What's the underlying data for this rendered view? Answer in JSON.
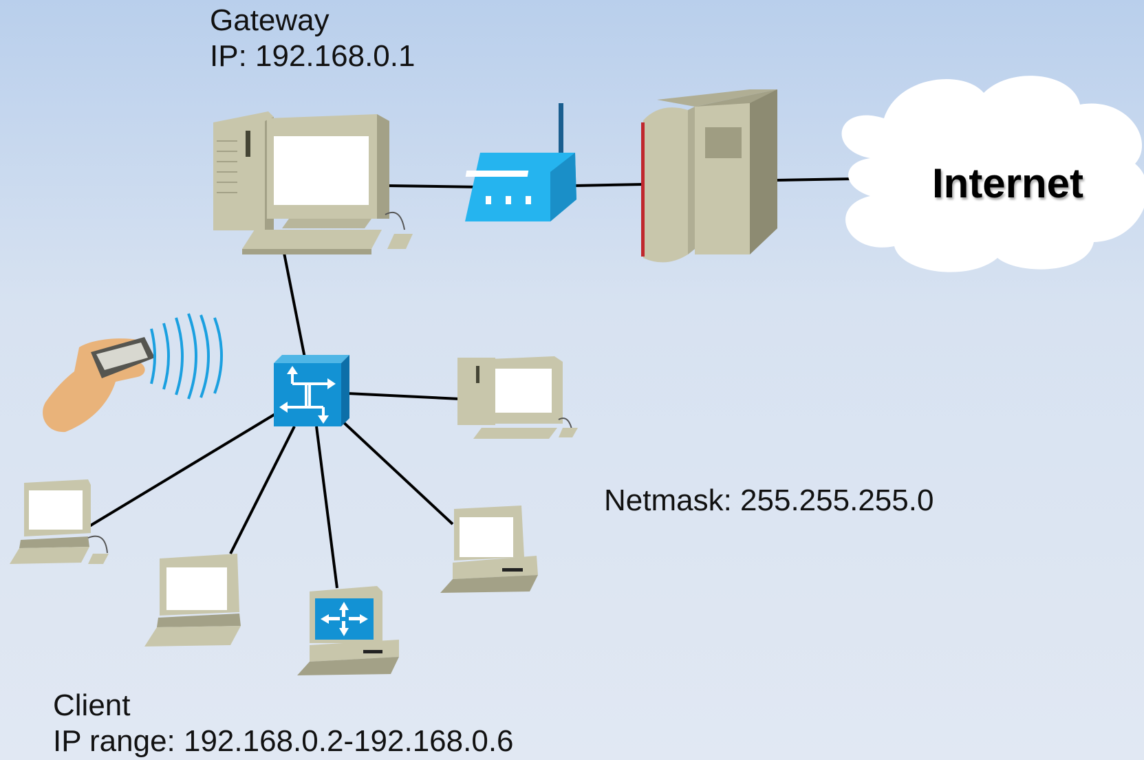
{
  "gateway": {
    "title": "Gateway",
    "ip": "IP: 192.168.0.1"
  },
  "internet": {
    "label": "Internet"
  },
  "netmask": {
    "label": "Netmask: 255.255.255.0"
  },
  "client": {
    "title": "Client",
    "ip_range": "IP range: 192.168.0.2-192.168.0.6"
  },
  "colors": {
    "device_beige": "#c8c6ab",
    "device_dark": "#a3a187",
    "screen": "#ffffff",
    "switch_blue": "#1392d4",
    "modem_blue": "#25b4ef",
    "firewall_red": "#c0272d",
    "link": "#000000"
  },
  "icons": {
    "gateway": "desktop-computer-icon",
    "modem": "wireless-modem-icon",
    "firewall": "firewall-server-icon",
    "cloud": "cloud-icon",
    "switch": "network-switch-icon",
    "pda": "handheld-wireless-device-icon",
    "clients": [
      "desktop-computer-icon",
      "laptop-computer-icon",
      "laptop-computer-icon",
      "router-terminal-icon",
      "desktop-computer-icon",
      "laptop-computer-icon"
    ]
  }
}
